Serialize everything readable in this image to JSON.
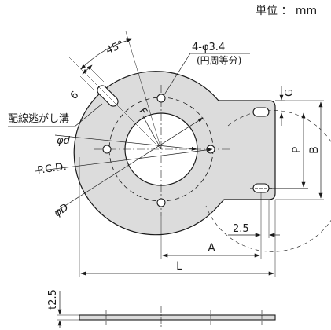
{
  "unit_label": "単位 ： mm",
  "labels": {
    "angle": "45°",
    "slot_width": "6",
    "holes": "4-φ3.4",
    "holes_note": "(円周等分)",
    "groove": "配線逃がし溝",
    "inner_dia": "φd",
    "pcd": "P.C.D.",
    "outer_dia": "φD",
    "F": "F",
    "G": "G",
    "P": "P",
    "B": "B",
    "dim_2_5": "2.5",
    "A": "A",
    "L": "L",
    "thickness": "t2.5"
  },
  "colors": {
    "plate_fill": "#dcdcdc",
    "line": "#1a1a1a",
    "background": "#ffffff"
  }
}
